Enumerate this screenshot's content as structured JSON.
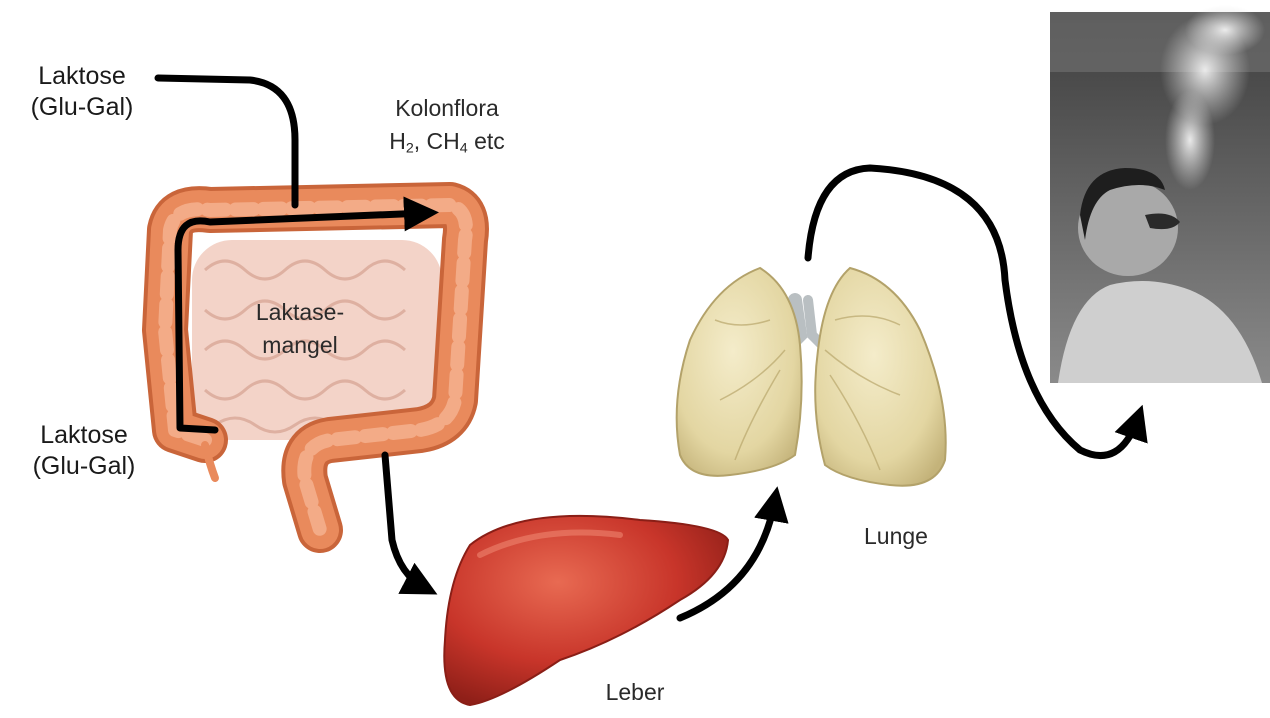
{
  "labels": {
    "lactose_in_line1": "Laktose",
    "lactose_in_line2": "(Glu-Gal)",
    "lactose_out_line1": "Laktose",
    "lactose_out_line2": "(Glu-Gal)",
    "colon_flora_title": "Kolonflora",
    "h_symbol": "H",
    "h_sub": "2",
    "ch_symbol": ", CH",
    "ch_sub": "4",
    "etc": " etc",
    "lactase_line1": "Laktase-",
    "lactase_line2": "mangel",
    "liver": "Leber",
    "lung": "Lunge"
  },
  "colors": {
    "colon_outer": "#e98a5c",
    "colon_highlight": "#f5b08e",
    "colon_shadow": "#c9653a",
    "small_intestine": "#f3d3c8",
    "liver": "#c8352a",
    "liver_highlight": "#e25a44",
    "lung": "#e7dcae",
    "lung_shadow": "#c9b97f",
    "trachea": "#b9bfc2",
    "arrow": "#000000"
  },
  "illustrations": [
    "colon-illustration",
    "liver-illustration",
    "lungs-illustration",
    "breath-photo"
  ]
}
